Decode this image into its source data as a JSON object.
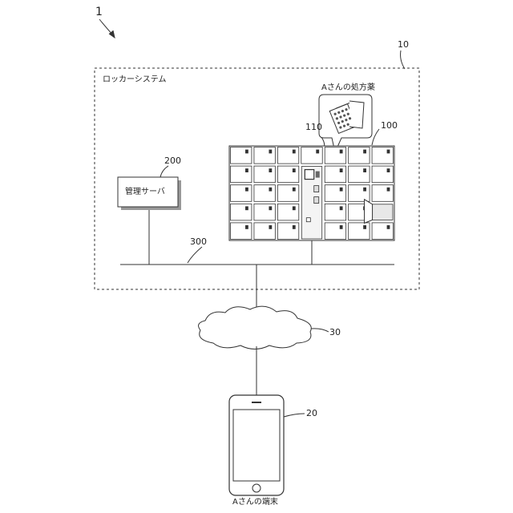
{
  "figure_ref": "1",
  "system": {
    "ref": "10",
    "label": "ロッカーシステム"
  },
  "locker": {
    "ref": "100",
    "terminal_ref": "110",
    "bubble_label": "Aさんの処方薬"
  },
  "server": {
    "ref": "200",
    "label": "管理サーバ"
  },
  "network": {
    "ref": "300"
  },
  "cloud": {
    "ref": "30"
  },
  "phone": {
    "ref": "20",
    "label": "Aさんの端末"
  }
}
